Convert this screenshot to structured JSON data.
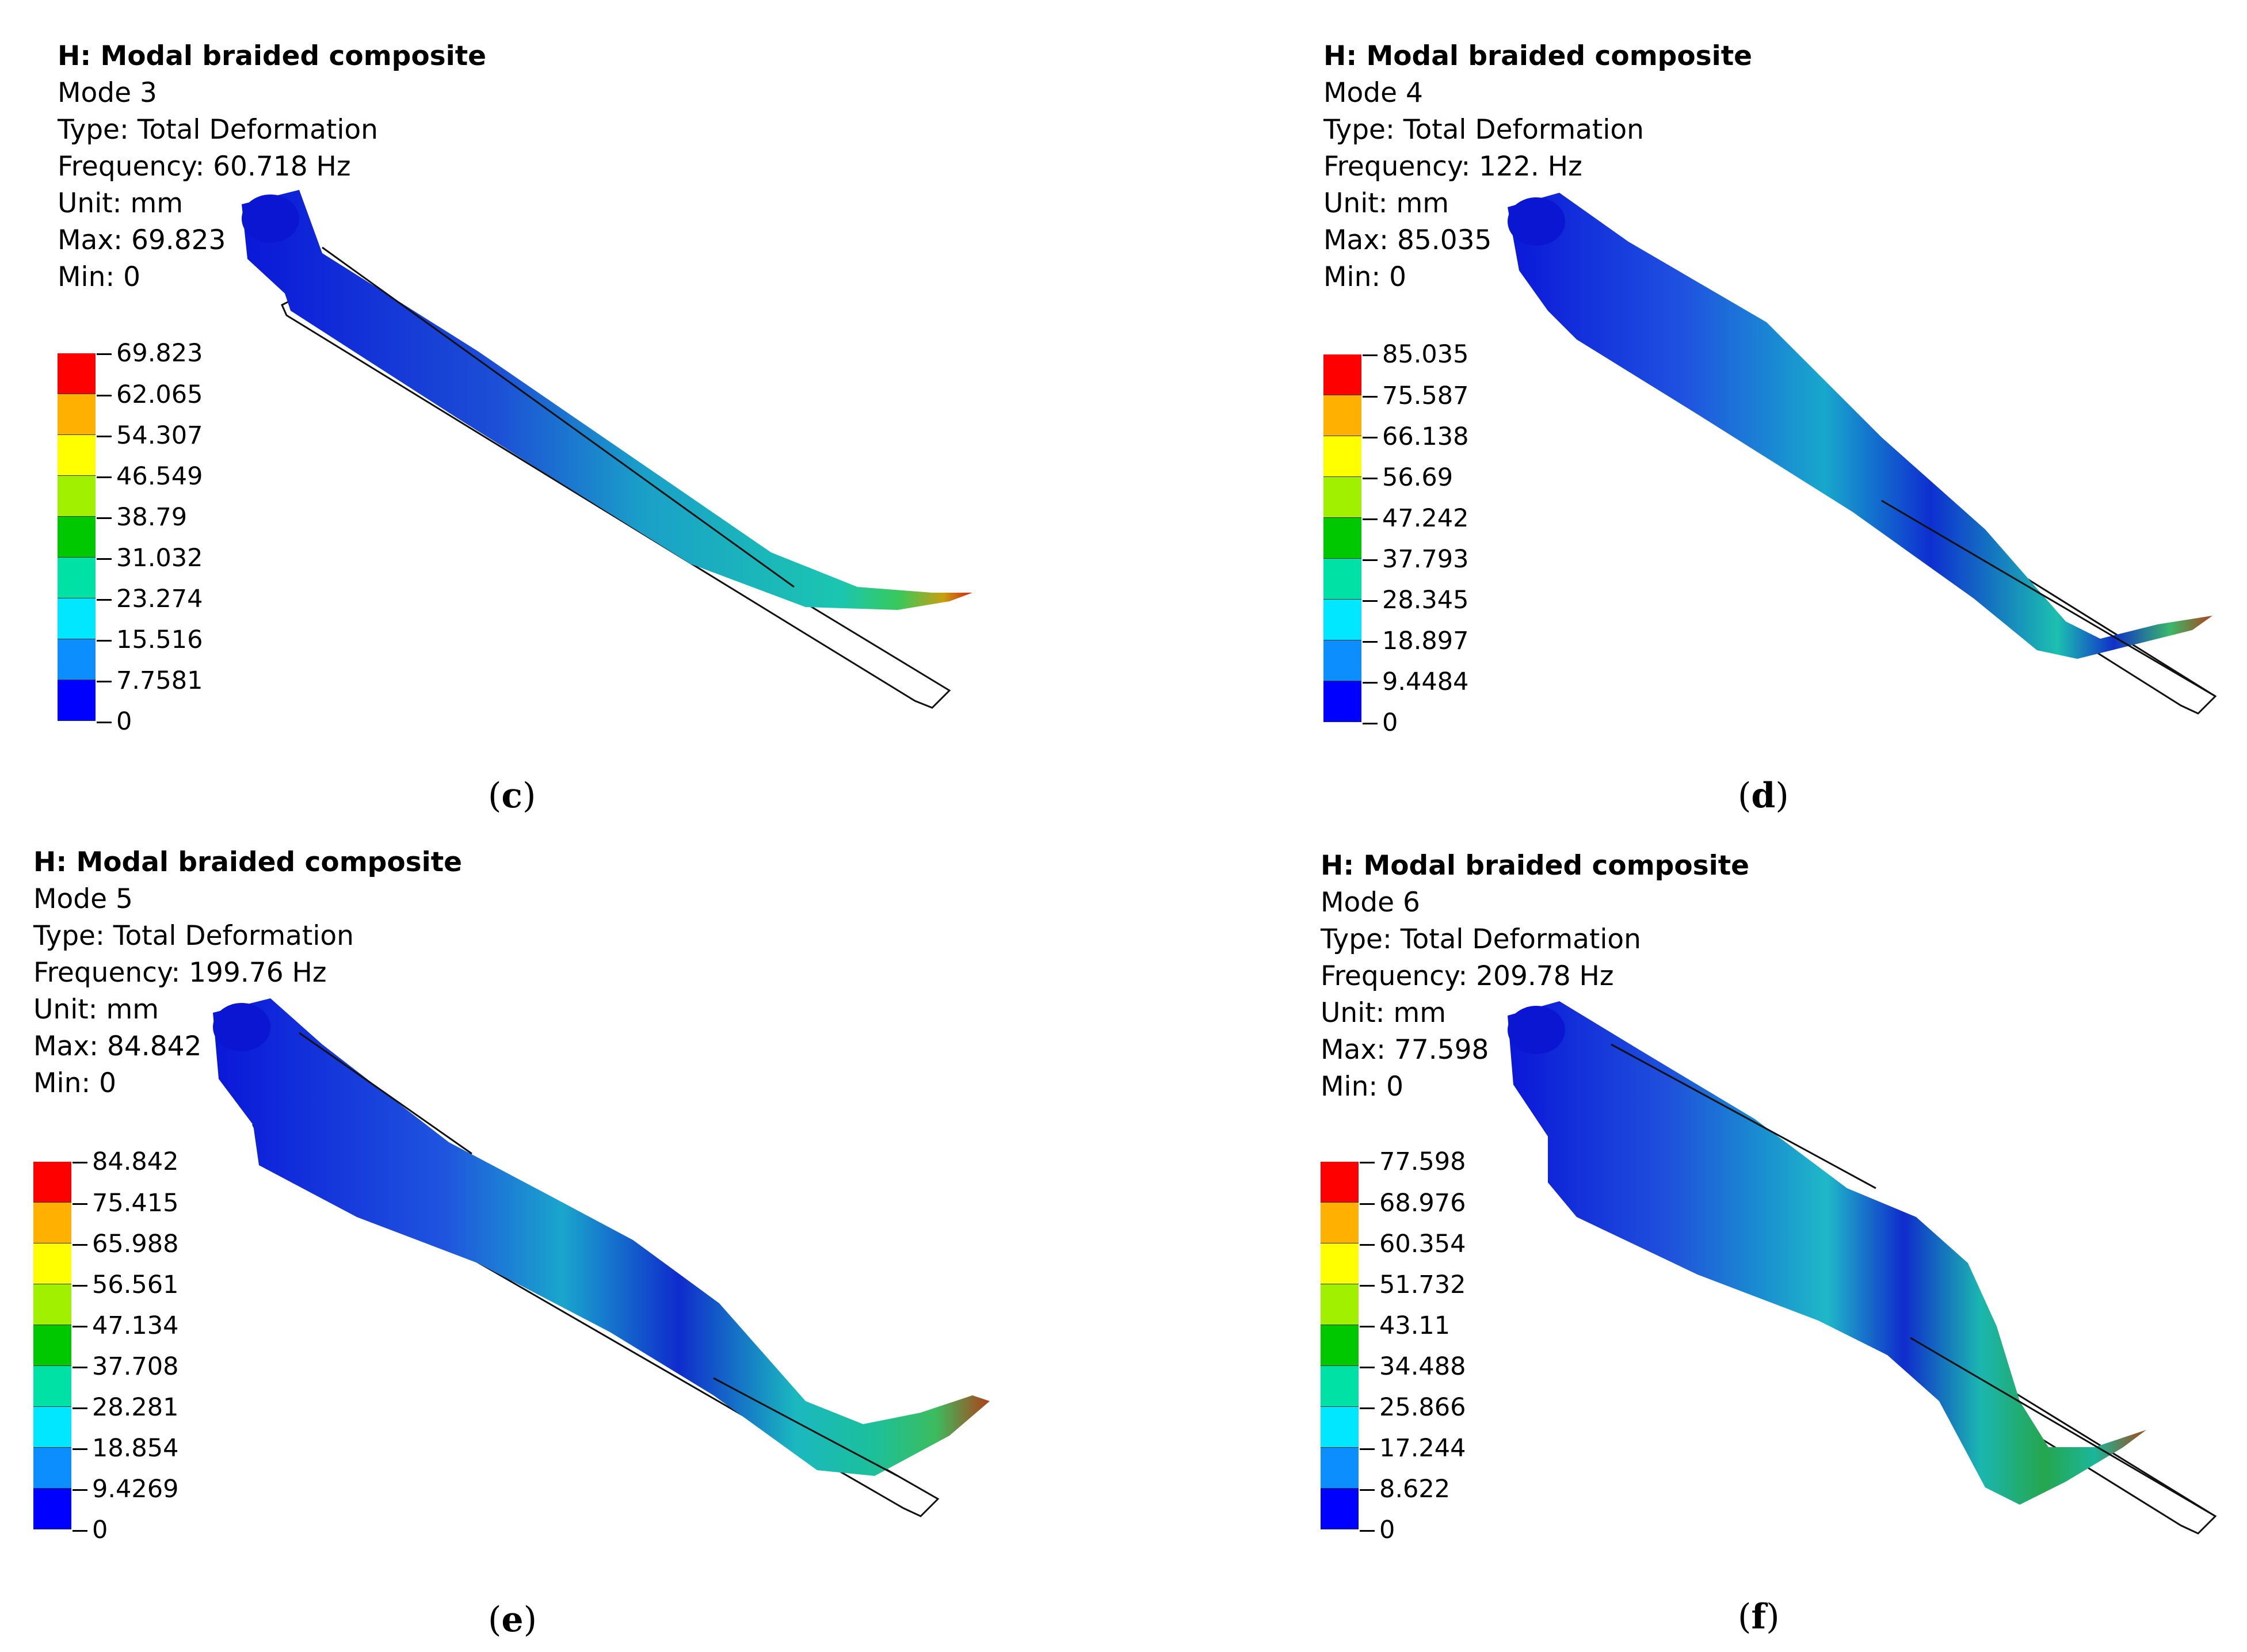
{
  "palette": [
    "#0000ff",
    "#0d8eff",
    "#00e7ff",
    "#00e2a5",
    "#00c800",
    "#a0f000",
    "#ffff00",
    "#ffb000",
    "#ff0000"
  ],
  "panels": [
    {
      "id": "c",
      "analysis_title": "H: Modal braided composite",
      "mode": "Mode 3",
      "type": "Type: Total Deformation",
      "frequency": "Frequency: 60.718 Hz",
      "unit": "Unit: mm",
      "max": "Max: 69.823",
      "min": "Min: 0",
      "legend_values": [
        "69.823",
        "62.065",
        "54.307",
        "46.549",
        "38.79",
        "31.032",
        "23.274",
        "15.516",
        "7.7581",
        "0"
      ],
      "caption_letter": "c"
    },
    {
      "id": "d",
      "analysis_title": "H: Modal braided composite",
      "mode": "Mode 4",
      "type": "Type: Total Deformation",
      "frequency": "Frequency: 122. Hz",
      "unit": "Unit: mm",
      "max": "Max: 85.035",
      "min": "Min: 0",
      "legend_values": [
        "85.035",
        "75.587",
        "66.138",
        "56.69",
        "47.242",
        "37.793",
        "28.345",
        "18.897",
        "9.4484",
        "0"
      ],
      "caption_letter": "d"
    },
    {
      "id": "e",
      "analysis_title": "H: Modal braided composite",
      "mode": "Mode 5",
      "type": "Type: Total Deformation",
      "frequency": "Frequency: 199.76 Hz",
      "unit": "Unit: mm",
      "max": "Max: 84.842",
      "min": "Min: 0",
      "legend_values": [
        "84.842",
        "75.415",
        "65.988",
        "56.561",
        "47.134",
        "37.708",
        "28.281",
        "18.854",
        "9.4269",
        "0"
      ],
      "caption_letter": "e"
    },
    {
      "id": "f",
      "analysis_title": "H: Modal braided composite",
      "mode": "Mode 6",
      "type": "Type: Total Deformation",
      "frequency": "Frequency: 209.78 Hz",
      "unit": "Unit: mm",
      "max": "Max: 77.598",
      "min": "Min: 0",
      "legend_values": [
        "77.598",
        "68.976",
        "60.354",
        "51.732",
        "43.11",
        "34.488",
        "25.866",
        "17.244",
        "8.622",
        "0"
      ],
      "caption_letter": "f"
    }
  ]
}
